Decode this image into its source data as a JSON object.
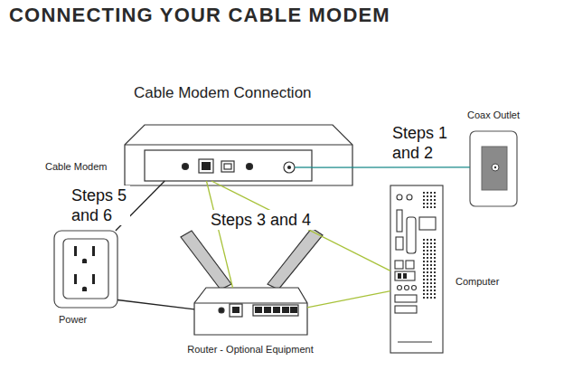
{
  "diagram": {
    "title": "CONNECTING YOUR CABLE MODEM",
    "nodes": [
      {
        "text": [
          "Cable Modem"
        ]
      },
      {
        "text": [
          "Coax Outlet"
        ]
      },
      {
        "text": [
          "Power"
        ]
      },
      {
        "text": [
          "Computer"
        ]
      },
      {
        "text": [
          "Router - Optional Equipment"
        ]
      }
    ],
    "edges": [
      {
        "from": 1,
        "to": 0,
        "arrow": "none",
        "label": "Steps 1 and 2"
      },
      {
        "from": 0,
        "to": 2,
        "arrow": "none",
        "label": "Steps 5 and 6"
      },
      {
        "from": 0,
        "to": 4,
        "arrow": "none",
        "label": "Steps 3 and 4"
      },
      {
        "from": 0,
        "to": 3,
        "arrow": "none"
      },
      {
        "from": 4,
        "to": 3,
        "arrow": "none"
      },
      {
        "from": 2,
        "to": 4,
        "arrow": "none"
      }
    ],
    "labels": [
      "Cable Modem Connection"
    ]
  }
}
